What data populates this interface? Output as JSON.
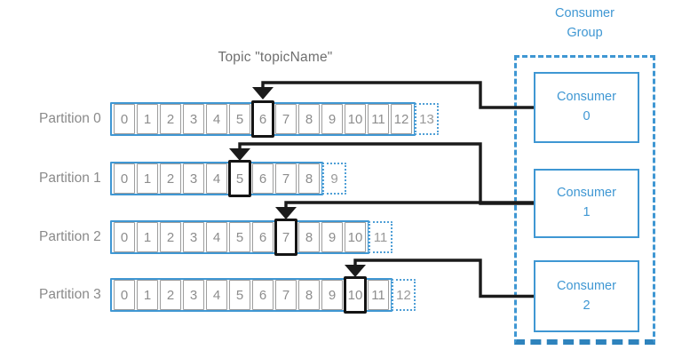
{
  "title": "Topic \"topicName\"",
  "consumer_group": {
    "label": [
      "Consumer",
      "Group"
    ]
  },
  "consumers": [
    {
      "line1": "Consumer",
      "line2": "0"
    },
    {
      "line1": "Consumer",
      "line2": "1"
    },
    {
      "line1": "Consumer",
      "line2": "2"
    }
  ],
  "partitions": [
    {
      "label": "Partition 0",
      "cells": [
        "0",
        "1",
        "2",
        "3",
        "4",
        "5",
        "6",
        "7",
        "8",
        "9",
        "10",
        "11",
        "12"
      ],
      "next_cell": "13",
      "current_offset": "6",
      "assigned_consumer": 0
    },
    {
      "label": "Partition 1",
      "cells": [
        "0",
        "1",
        "2",
        "3",
        "4",
        "5",
        "6",
        "7",
        "8"
      ],
      "next_cell": "9",
      "current_offset": "5",
      "assigned_consumer": 1
    },
    {
      "label": "Partition 2",
      "cells": [
        "0",
        "1",
        "2",
        "3",
        "4",
        "5",
        "6",
        "7",
        "8",
        "9",
        "10"
      ],
      "next_cell": "11",
      "current_offset": "7",
      "assigned_consumer": 1
    },
    {
      "label": "Partition 3",
      "cells": [
        "0",
        "1",
        "2",
        "3",
        "4",
        "5",
        "6",
        "7",
        "8",
        "9",
        "10",
        "11"
      ],
      "next_cell": "12",
      "current_offset": "10",
      "assigned_consumer": 2
    }
  ],
  "colors": {
    "blue": "#3f97d3",
    "cell_border_gray": "#9e9e9e",
    "text_gray": "#8d8d8d",
    "line_black": "#1b1b1b",
    "title_gray": "#6f6f6f"
  }
}
